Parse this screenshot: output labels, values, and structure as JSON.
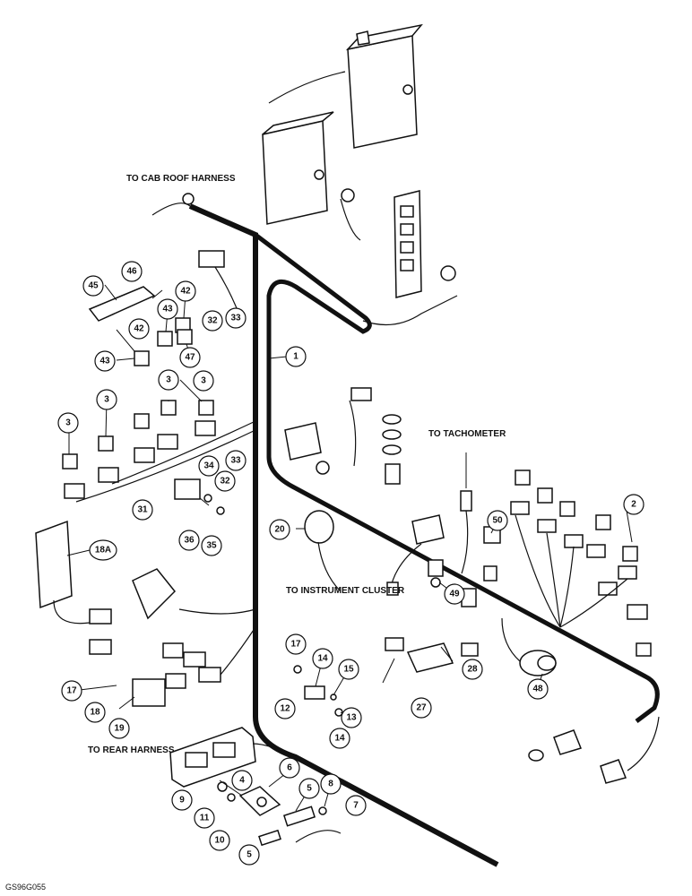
{
  "labels": {
    "to_cab_roof_harness": "TO CAB ROOF HARNESS",
    "to_tachometer": "TO TACHOMETER",
    "to_instrument_cluster": "TO INSTRUMENT CLUSTER",
    "to_rear_harness": "TO REAR HARNESS",
    "figure_code": "GS96G055"
  },
  "callouts": [
    {
      "id": "c1",
      "text": "1"
    },
    {
      "id": "c2",
      "text": "2"
    },
    {
      "id": "c3a",
      "text": "3"
    },
    {
      "id": "c3b",
      "text": "3"
    },
    {
      "id": "c3c",
      "text": "3"
    },
    {
      "id": "c3d",
      "text": "3"
    },
    {
      "id": "c4",
      "text": "4"
    },
    {
      "id": "c5a",
      "text": "5"
    },
    {
      "id": "c5b",
      "text": "5"
    },
    {
      "id": "c6",
      "text": "6"
    },
    {
      "id": "c7",
      "text": "7"
    },
    {
      "id": "c8",
      "text": "8"
    },
    {
      "id": "c9",
      "text": "9"
    },
    {
      "id": "c10",
      "text": "10"
    },
    {
      "id": "c11",
      "text": "11"
    },
    {
      "id": "c12",
      "text": "12"
    },
    {
      "id": "c13",
      "text": "13"
    },
    {
      "id": "c14a",
      "text": "14"
    },
    {
      "id": "c14b",
      "text": "14"
    },
    {
      "id": "c15",
      "text": "15"
    },
    {
      "id": "c17a",
      "text": "17"
    },
    {
      "id": "c17b",
      "text": "17"
    },
    {
      "id": "c18",
      "text": "18"
    },
    {
      "id": "c18a",
      "text": "18A"
    },
    {
      "id": "c19",
      "text": "19"
    },
    {
      "id": "c20",
      "text": "20"
    },
    {
      "id": "c27",
      "text": "27"
    },
    {
      "id": "c28",
      "text": "28"
    },
    {
      "id": "c31",
      "text": "31"
    },
    {
      "id": "c32a",
      "text": "32"
    },
    {
      "id": "c32b",
      "text": "32"
    },
    {
      "id": "c33a",
      "text": "33"
    },
    {
      "id": "c33b",
      "text": "33"
    },
    {
      "id": "c34",
      "text": "34"
    },
    {
      "id": "c35",
      "text": "35"
    },
    {
      "id": "c36",
      "text": "36"
    },
    {
      "id": "c42a",
      "text": "42"
    },
    {
      "id": "c42b",
      "text": "42"
    },
    {
      "id": "c43a",
      "text": "43"
    },
    {
      "id": "c43b",
      "text": "43"
    },
    {
      "id": "c45",
      "text": "45"
    },
    {
      "id": "c46",
      "text": "46"
    },
    {
      "id": "c47",
      "text": "47"
    },
    {
      "id": "c48",
      "text": "48"
    },
    {
      "id": "c49",
      "text": "49"
    },
    {
      "id": "c50",
      "text": "50"
    }
  ]
}
